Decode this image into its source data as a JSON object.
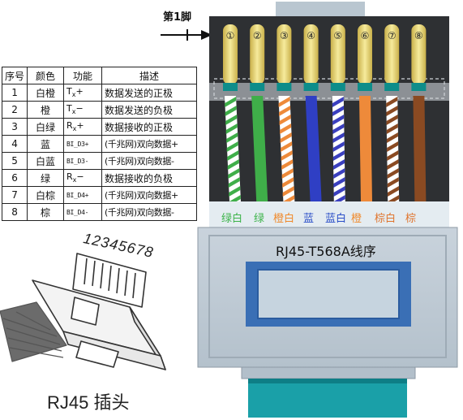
{
  "pin1_label": "第1脚",
  "title": "RJ45-T568A线序",
  "plug_label": "RJ45 插头",
  "plug_numbers": "12345678",
  "table": {
    "headers": [
      "序号",
      "颜色",
      "功能",
      "描述"
    ],
    "rows": [
      {
        "num": "1",
        "color": "白橙",
        "func_base": "T",
        "func_sub": "x",
        "func_sign": "+",
        "desc": "数据发送的正极"
      },
      {
        "num": "2",
        "color": "橙",
        "func_base": "T",
        "func_sub": "x",
        "func_sign": "−",
        "desc": "数据发送的负极"
      },
      {
        "num": "3",
        "color": "白绿",
        "func_base": "R",
        "func_sub": "x",
        "func_sign": "+",
        "desc": "数据接收的正极"
      },
      {
        "num": "4",
        "color": "蓝",
        "func": "BI_D3+",
        "desc": "(千兆网)双向数据+"
      },
      {
        "num": "5",
        "color": "白蓝",
        "func": "BI_D3-",
        "desc": "(千兆网)双向数据-"
      },
      {
        "num": "6",
        "color": "绿",
        "func_base": "R",
        "func_sub": "x",
        "func_sign": "−",
        "desc": "数据接收的负极"
      },
      {
        "num": "7",
        "color": "白棕",
        "func": "BI_D4+",
        "desc": "(千兆网)双向数据+"
      },
      {
        "num": "8",
        "color": "棕",
        "func": "BI_D4-",
        "desc": "(千兆网)双向数据-"
      }
    ]
  },
  "pin_numbers": [
    "①",
    "②",
    "③",
    "④",
    "⑤",
    "⑥",
    "⑦",
    "⑧"
  ],
  "wire_labels": [
    {
      "text": "绿白",
      "color": "#3cb34a"
    },
    {
      "text": "绿",
      "color": "#3cb34a"
    },
    {
      "text": "橙白",
      "color": "#f08a2c"
    },
    {
      "text": "蓝",
      "color": "#2b4fc8"
    },
    {
      "text": "蓝白",
      "color": "#2b4fc8"
    },
    {
      "text": "橙",
      "color": "#f08a2c"
    },
    {
      "text": "棕白",
      "color": "#e0752e"
    },
    {
      "text": "棕",
      "color": "#e0752e"
    }
  ],
  "wires": [
    {
      "base": "#ffffff",
      "stripe": "#3fae49"
    },
    {
      "base": "#3fae49",
      "stripe": ""
    },
    {
      "base": "#ffffff",
      "stripe": "#ee8a3a"
    },
    {
      "base": "#2f3fc4",
      "stripe": ""
    },
    {
      "base": "#ffffff",
      "stripe": "#3a3fbf"
    },
    {
      "base": "#ee8a3a",
      "stripe": ""
    },
    {
      "base": "#ffffff",
      "stripe": "#8a4a22"
    },
    {
      "base": "#8a4a22",
      "stripe": ""
    }
  ]
}
